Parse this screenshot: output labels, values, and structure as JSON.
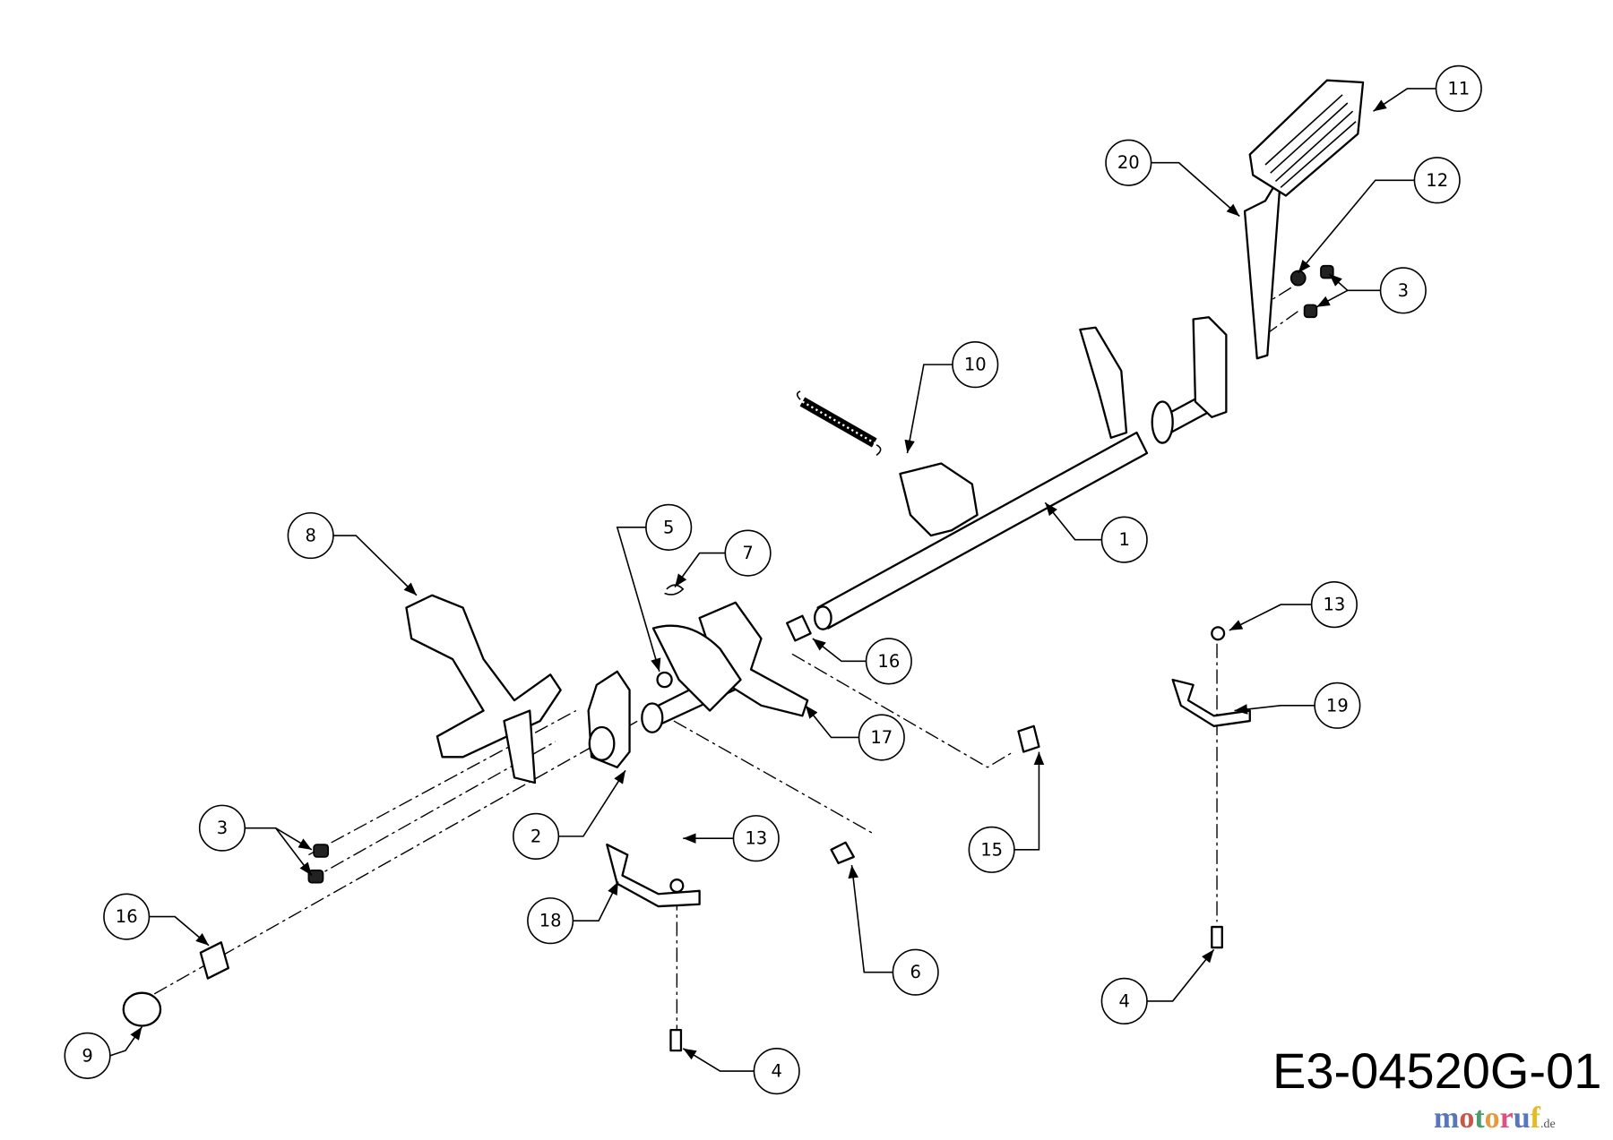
{
  "diagram": {
    "code": "E3-04520G-01",
    "watermark": {
      "name": "motoruf",
      "tld": ".de",
      "colors": [
        "#3a5fb0",
        "#c0392b",
        "#2e8b57",
        "#e08a1e",
        "#d6336c",
        "#3a5fb0",
        "#e0b000"
      ]
    },
    "callouts": [
      "11",
      "20",
      "12",
      "3",
      "10",
      "1",
      "5",
      "7",
      "8",
      "16",
      "17",
      "13",
      "19",
      "15",
      "2",
      "13",
      "3",
      "18",
      "6",
      "16",
      "4",
      "9",
      "4"
    ]
  }
}
